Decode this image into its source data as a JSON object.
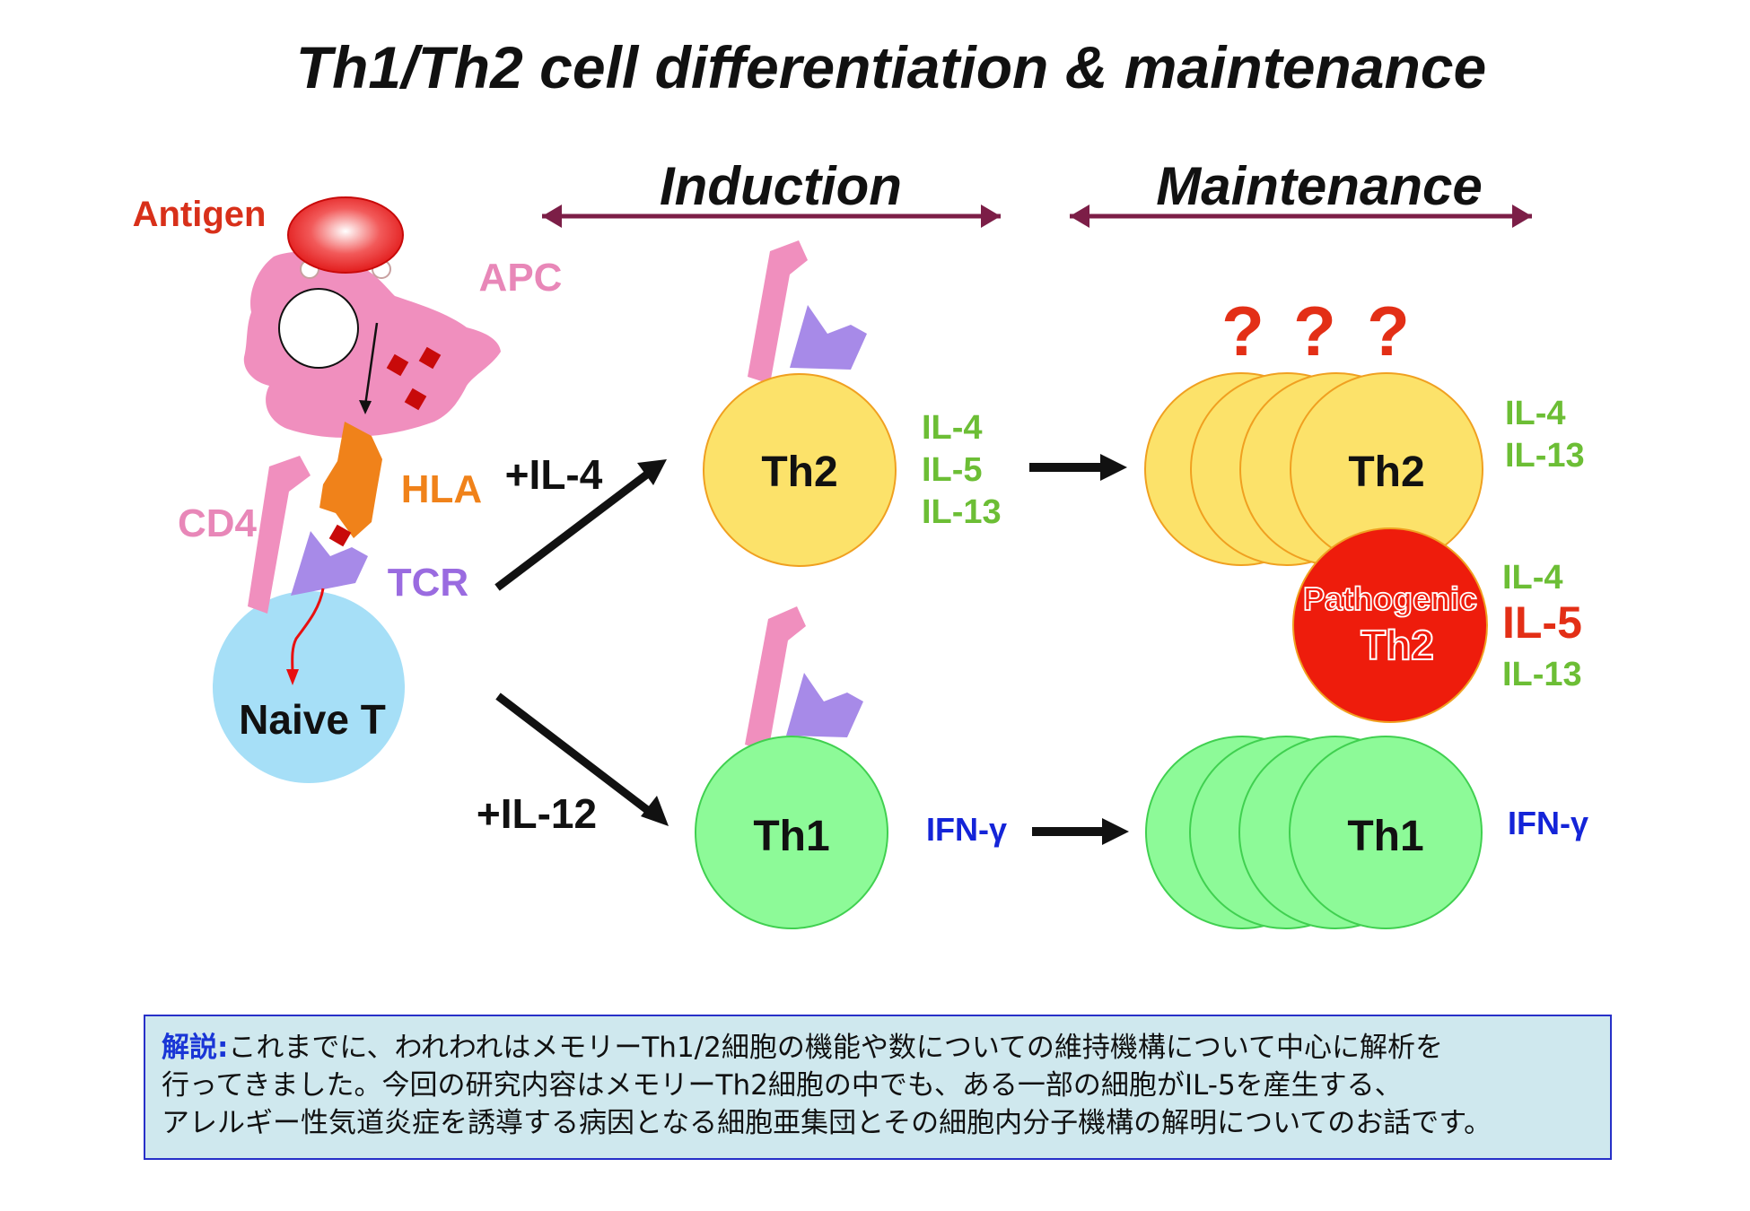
{
  "title": "Th1/Th2 cell differentiation & maintenance",
  "phases": {
    "induction": "Induction",
    "maintenance": "Maintenance"
  },
  "labels": {
    "antigen": "Antigen",
    "apc": "APC",
    "hla": "HLA",
    "cd4": "CD4",
    "tcr": "TCR",
    "naive_t": "Naive T",
    "il4_stimulus": "+IL-4",
    "il12_stimulus": "+IL-12",
    "question_marks": [
      "?",
      "?",
      "?"
    ]
  },
  "cells": {
    "induction_th2": "Th2",
    "induction_th1": "Th1",
    "memory_th2": "Th2",
    "memory_th1": "Th1",
    "pathogenic_line1": "Pathogenic",
    "pathogenic_line2": "Th2"
  },
  "cytokines": {
    "induction_th2": [
      "IL-4",
      "IL-5",
      "IL-13"
    ],
    "induction_th1": "IFN-γ",
    "memory_th2": [
      "IL-4",
      "IL-13"
    ],
    "pathogenic_th2": [
      "IL-4",
      "IL-5",
      "IL-13"
    ],
    "memory_th1": "IFN-γ"
  },
  "note": {
    "label": "解説:",
    "lines": [
      "これまでに、われわれはメモリーTh1/2細胞の機能や数についての維持機構について中心に解析を",
      "行ってきました。今回の研究内容はメモリーTh2細胞の中でも、ある一部の細胞がIL-5を産生する、",
      "アレルギー性気道炎症を誘導する病因となる細胞亜集団とその細胞内分子機構の解明についてのお話です。"
    ]
  },
  "colors": {
    "antigen_red": "#e8391f",
    "apc_pink": "#f08fbe",
    "hla_orange": "#f0821a",
    "tcr_purple": "#a78ae8",
    "naive_blue": "#a6dff7",
    "th2_yellow": "#fce26a",
    "th1_green": "#8dfa98",
    "pathogenic_red": "#ee1c0c",
    "cytokine_green": "#6cbe35",
    "ifn_blue": "#1424d8",
    "phase_arrow": "#7c1e47",
    "note_bg": "#cfe8ee",
    "note_border": "#2730c8"
  }
}
